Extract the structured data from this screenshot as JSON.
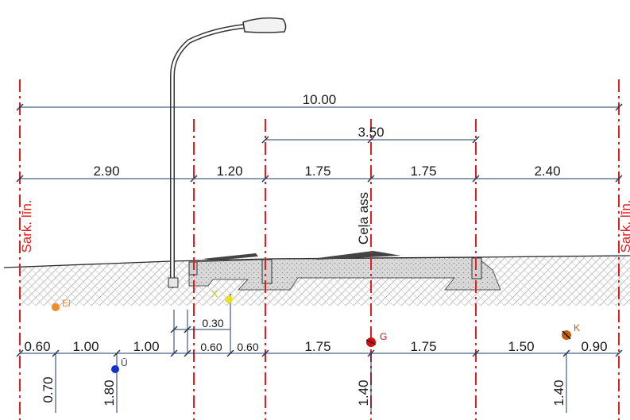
{
  "colors": {
    "axis": "#e02020",
    "dimension_line": "#1e3a5f",
    "hatch": "#bdbdbd",
    "el": "#f28c28",
    "u": "#1030d0",
    "g": "#d01010",
    "k": "#c06010",
    "x": "#e8e030"
  },
  "labels": {
    "left_axis": "Sark. līn.",
    "right_axis": "Sark. līn.",
    "center": "Ceļa ass"
  },
  "top_dimensions": {
    "total": "10.00",
    "carriageway": "3.50",
    "seg_1": "2.90",
    "seg_2": "1.20",
    "seg_3": "1.75",
    "seg_4": "1.75",
    "seg_5": "2.40"
  },
  "bottom_dimensions": {
    "b1": "0.60",
    "b2": "1.00",
    "b3": "1.00",
    "b4": "0.60",
    "b5": "0.60",
    "b6": "1.75",
    "b7": "1.75",
    "b8": "1.50",
    "b9": "0.90",
    "offset": "0.30"
  },
  "depths": {
    "d1": "0.70",
    "d2": "1.80",
    "d3": "1.40",
    "d4": "1.40"
  },
  "utilities": {
    "el": "El",
    "u": "Ū",
    "g": "G",
    "k": "K",
    "x": "X"
  },
  "icons": {
    "street_lamp": "street-lamp-icon",
    "utility_marker": "circle-marker-icon"
  }
}
